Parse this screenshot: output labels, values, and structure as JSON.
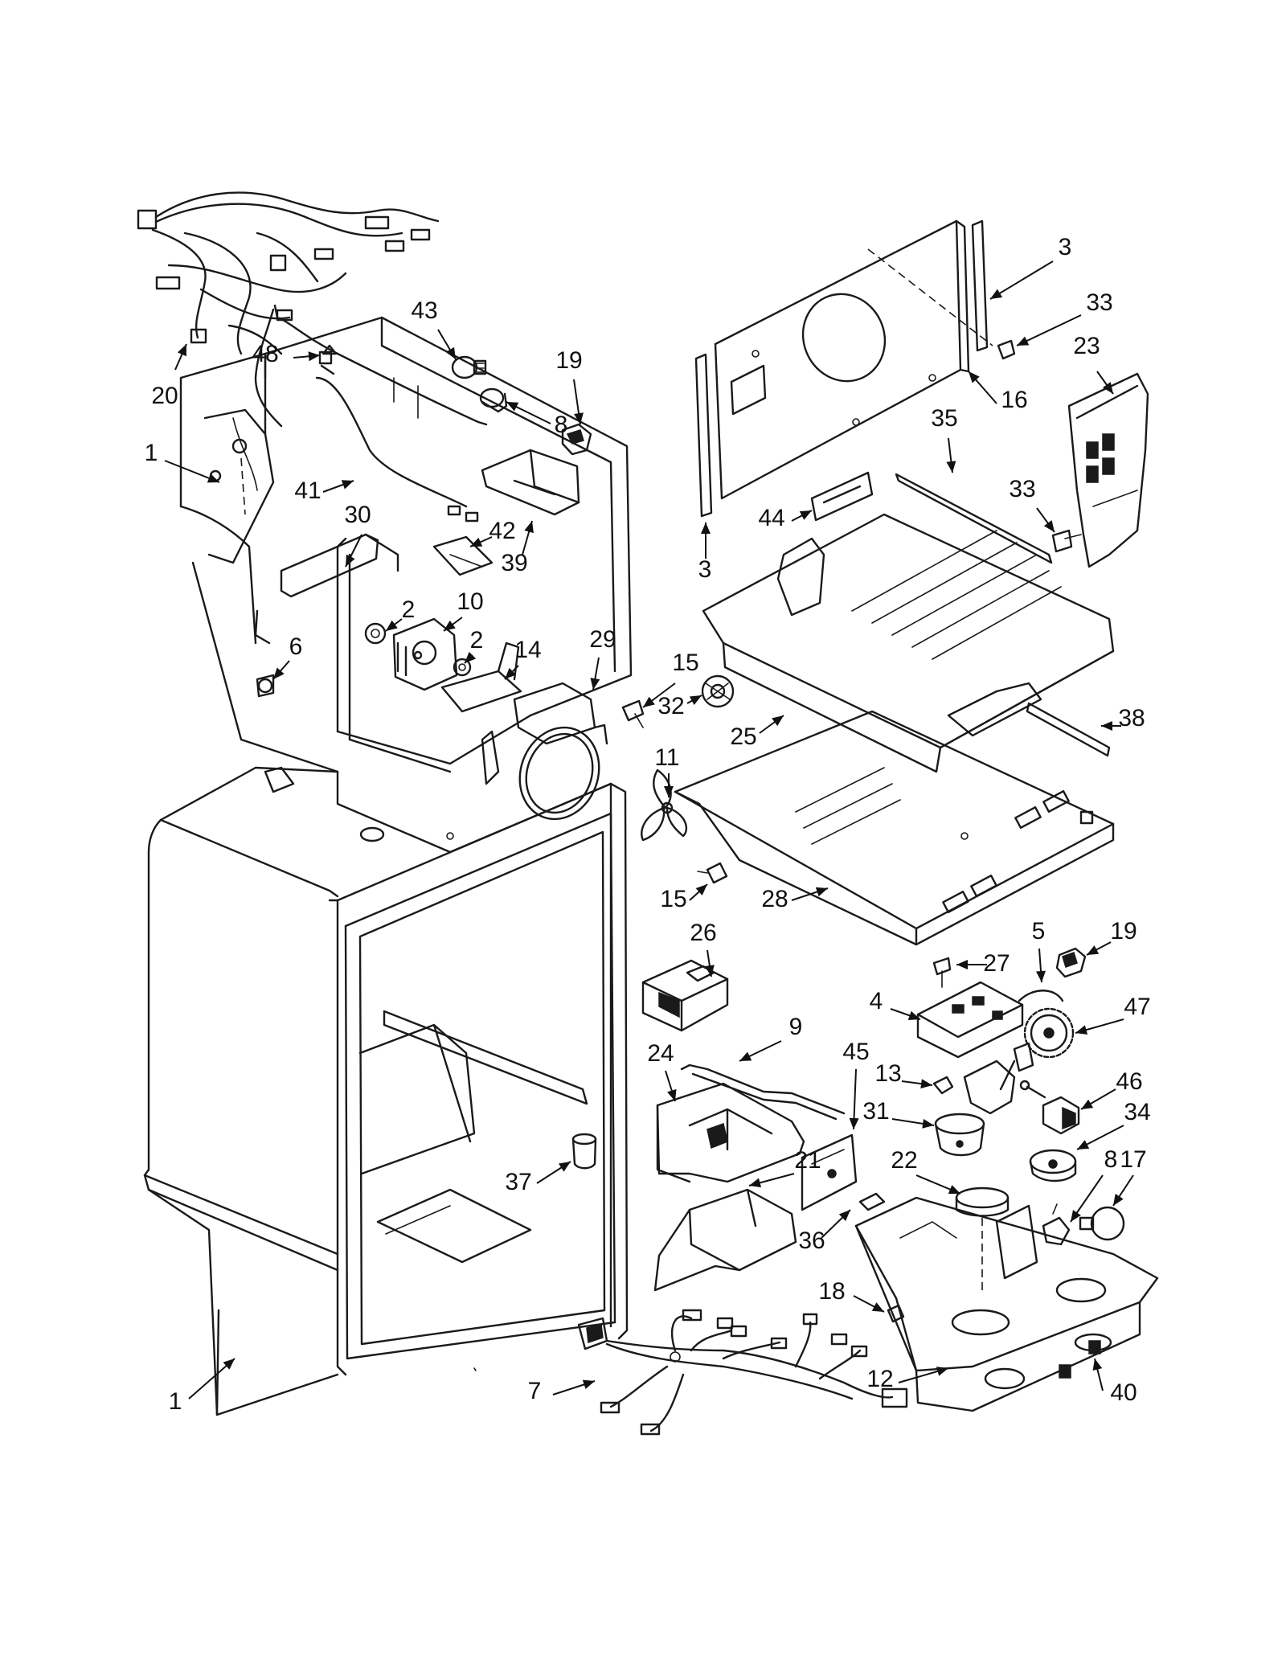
{
  "diagram": {
    "callouts": [
      {
        "id": "c20",
        "label": "20"
      },
      {
        "id": "c48",
        "label": "48"
      },
      {
        "id": "c43",
        "label": "43"
      },
      {
        "id": "c19a",
        "label": "19"
      },
      {
        "id": "c8a",
        "label": "8"
      },
      {
        "id": "c1a",
        "label": "1"
      },
      {
        "id": "c41",
        "label": "41"
      },
      {
        "id": "c30",
        "label": "30"
      },
      {
        "id": "c42",
        "label": "42"
      },
      {
        "id": "c39",
        "label": "39"
      },
      {
        "id": "c2a",
        "label": "2"
      },
      {
        "id": "c10",
        "label": "10"
      },
      {
        "id": "c6",
        "label": "6"
      },
      {
        "id": "c2b",
        "label": "2"
      },
      {
        "id": "c14",
        "label": "14"
      },
      {
        "id": "c29",
        "label": "29"
      },
      {
        "id": "c15a",
        "label": "15"
      },
      {
        "id": "c32",
        "label": "32"
      },
      {
        "id": "c11",
        "label": "11"
      },
      {
        "id": "c15b",
        "label": "15"
      },
      {
        "id": "c3a",
        "label": "3"
      },
      {
        "id": "c33a",
        "label": "33"
      },
      {
        "id": "c23",
        "label": "23"
      },
      {
        "id": "c16",
        "label": "16"
      },
      {
        "id": "c35",
        "label": "35"
      },
      {
        "id": "c33b",
        "label": "33"
      },
      {
        "id": "c44",
        "label": "44"
      },
      {
        "id": "c3b",
        "label": "3"
      },
      {
        "id": "c25",
        "label": "25"
      },
      {
        "id": "c38",
        "label": "38"
      },
      {
        "id": "c28",
        "label": "28"
      },
      {
        "id": "c26",
        "label": "26"
      },
      {
        "id": "c5",
        "label": "5"
      },
      {
        "id": "c19b",
        "label": "19"
      },
      {
        "id": "c27",
        "label": "27"
      },
      {
        "id": "c4",
        "label": "4"
      },
      {
        "id": "c47",
        "label": "47"
      },
      {
        "id": "c9",
        "label": "9"
      },
      {
        "id": "c45",
        "label": "45"
      },
      {
        "id": "c24",
        "label": "24"
      },
      {
        "id": "c13",
        "label": "13"
      },
      {
        "id": "c46",
        "label": "46"
      },
      {
        "id": "c31",
        "label": "31"
      },
      {
        "id": "c34",
        "label": "34"
      },
      {
        "id": "c8b",
        "label": "8"
      },
      {
        "id": "c17",
        "label": "17"
      },
      {
        "id": "c21",
        "label": "21"
      },
      {
        "id": "c22",
        "label": "22"
      },
      {
        "id": "c37",
        "label": "37"
      },
      {
        "id": "c36",
        "label": "36"
      },
      {
        "id": "c18",
        "label": "18"
      },
      {
        "id": "c7",
        "label": "7"
      },
      {
        "id": "c12",
        "label": "12"
      },
      {
        "id": "c40",
        "label": "40"
      },
      {
        "id": "c1b",
        "label": "1"
      }
    ]
  }
}
